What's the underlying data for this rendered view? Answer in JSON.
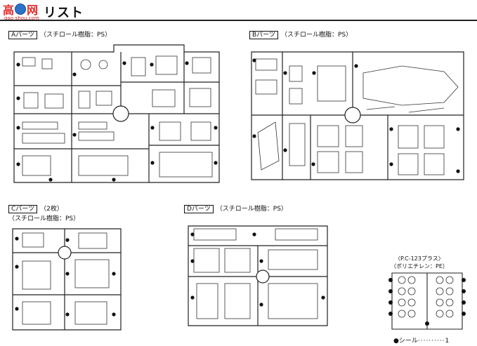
{
  "header": {
    "title": "リスト",
    "logo_chars": [
      "高",
      "网"
    ],
    "logo_url": "gao-shou.com"
  },
  "parts": {
    "A": {
      "name": "Aパーツ",
      "material": "（スチロール樹脂：PS）"
    },
    "B": {
      "name": "Bパーツ",
      "material": "（スチロール樹脂：PS）"
    },
    "C": {
      "name": "Cパーツ",
      "count": "（2枚）",
      "material": "（スチロール樹脂：PS）"
    },
    "D": {
      "name": "Dパーツ",
      "material": "（スチロール樹脂：PS）"
    },
    "PC": {
      "name": "〈P.C-123プラス〉",
      "material": "（ポリエチレン：PE）"
    }
  },
  "seal": {
    "label": "●シール",
    "count": "1"
  },
  "colors": {
    "ink": "#111111",
    "paper": "#ffffff",
    "logo_red": "#dd3333",
    "logo_blue": "#2a73c9"
  },
  "icons": [
    "sprue-a-diagram",
    "sprue-b-diagram",
    "sprue-c-diagram",
    "sprue-d-diagram",
    "polycap-diagram"
  ]
}
